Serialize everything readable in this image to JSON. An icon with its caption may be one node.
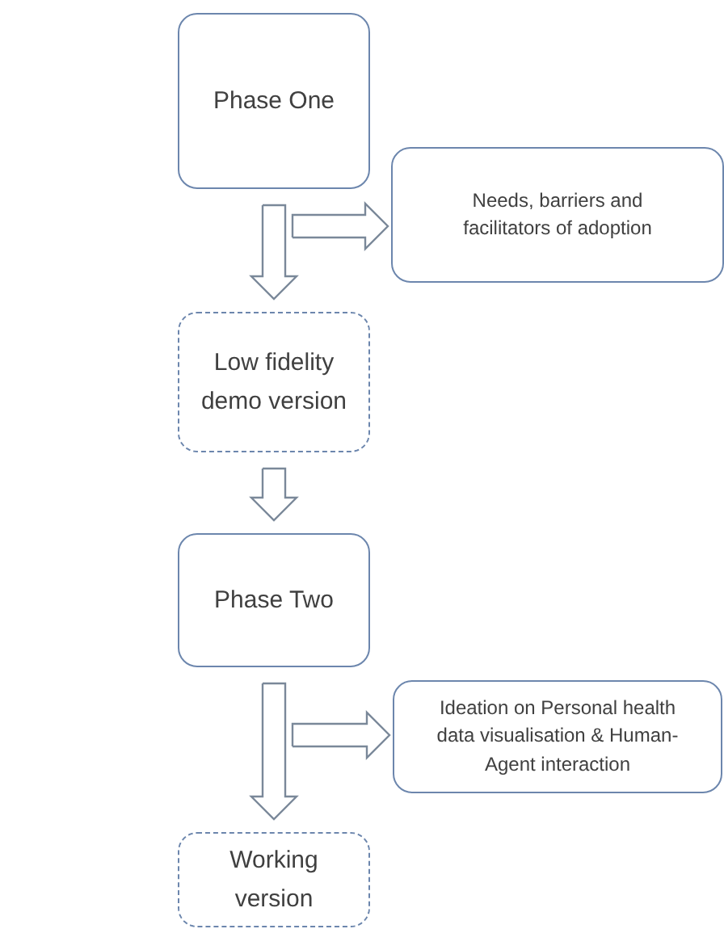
{
  "diagram": {
    "nodes": [
      {
        "text": [
          "Phase One"
        ]
      },
      {
        "text": [
          "Needs, barriers and facilitators of adoption"
        ]
      },
      {
        "text": [
          "Low fidelity demo version"
        ]
      },
      {
        "text": [
          "Phase Two"
        ]
      },
      {
        "text": [
          "Ideation on Personal health data visualisation & Human-Agent interaction"
        ]
      },
      {
        "text": [
          "Working version"
        ]
      }
    ],
    "edges": [
      {
        "from": 0,
        "to": 2,
        "arrow": "to"
      },
      {
        "from": null,
        "to": 1,
        "arrow": "to"
      },
      {
        "from": 2,
        "to": 3,
        "arrow": "to"
      },
      {
        "from": 3,
        "to": 5,
        "arrow": "to"
      },
      {
        "from": null,
        "to": 4,
        "arrow": "to"
      }
    ]
  }
}
